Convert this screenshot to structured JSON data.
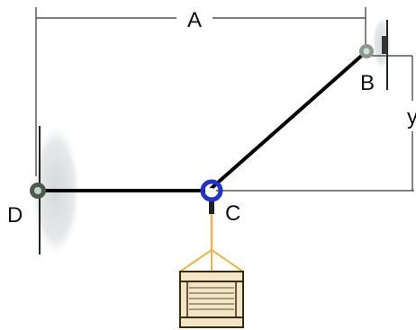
{
  "labels": {
    "a": "A",
    "b": "B",
    "c": "C",
    "d": "D",
    "y": "y"
  },
  "colors": {
    "rope": "#000000",
    "ring": "#2233cc",
    "dimension": "#222222",
    "wall_shade": "#bfc3c6",
    "pin": "#4a5a50",
    "cable": "#e8b64c",
    "crate_wood": "#f2e6c4",
    "crate_frame": "#3a2a10"
  },
  "icons": {
    "support_d": "wall-pin-icon",
    "support_b": "wall-pin-icon",
    "ring_c": "ring-icon",
    "load": "crate-icon"
  }
}
